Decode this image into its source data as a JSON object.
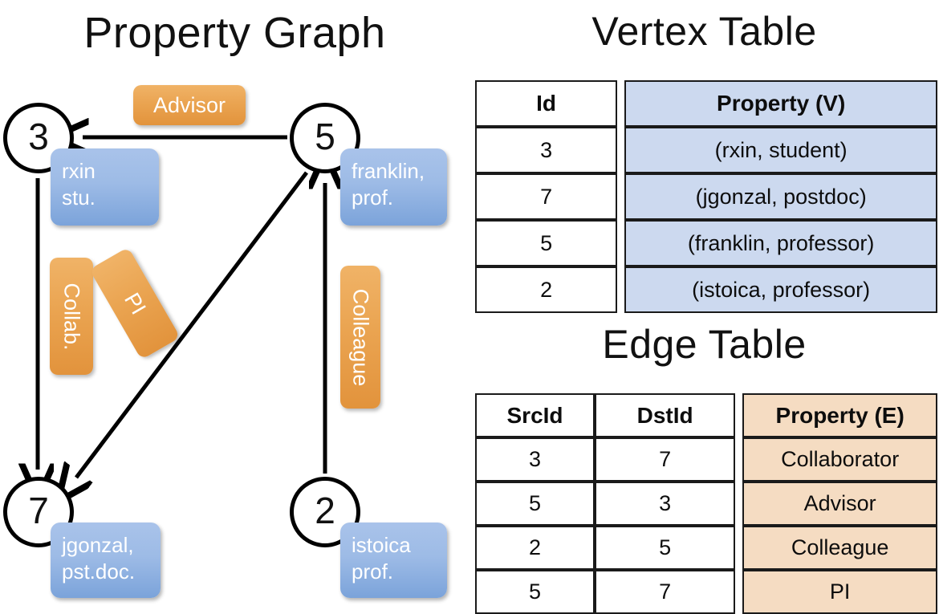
{
  "titles": {
    "property_graph": "Property Graph",
    "vertex_table": "Vertex Table",
    "edge_table": "Edge Table"
  },
  "graph": {
    "nodes": [
      {
        "id": "3",
        "property_lines": [
          "rxin",
          "stu."
        ]
      },
      {
        "id": "5",
        "property_lines": [
          "franklin,",
          "prof."
        ]
      },
      {
        "id": "7",
        "property_lines": [
          "jgonzal,",
          "pst.doc."
        ]
      },
      {
        "id": "2",
        "property_lines": [
          "istoica",
          "prof."
        ]
      }
    ],
    "edge_labels": {
      "advisor": "Advisor",
      "collab": "Collab.",
      "pi": "PI",
      "colleague": "Colleague"
    }
  },
  "vertex_table": {
    "headers": [
      "Id",
      "Property (V)"
    ],
    "rows": [
      {
        "id": "3",
        "property": "(rxin, student)"
      },
      {
        "id": "7",
        "property": "(jgonzal, postdoc)"
      },
      {
        "id": "5",
        "property": "(franklin, professor)"
      },
      {
        "id": "2",
        "property": "(istoica, professor)"
      }
    ]
  },
  "edge_table": {
    "headers": [
      "SrcId",
      "DstId",
      "Property (E)"
    ],
    "rows": [
      {
        "src": "3",
        "dst": "7",
        "property": "Collaborator"
      },
      {
        "src": "5",
        "dst": "3",
        "property": "Advisor"
      },
      {
        "src": "2",
        "dst": "5",
        "property": "Colleague"
      },
      {
        "src": "5",
        "dst": "7",
        "property": "PI"
      }
    ]
  },
  "colors": {
    "vertex_property_fill": "#ccd9ef",
    "edge_property_fill": "#f5dcc2",
    "node_box_blue": "#9dbbe6",
    "edge_label_orange": "#eaa451",
    "stroke": "#000000"
  }
}
